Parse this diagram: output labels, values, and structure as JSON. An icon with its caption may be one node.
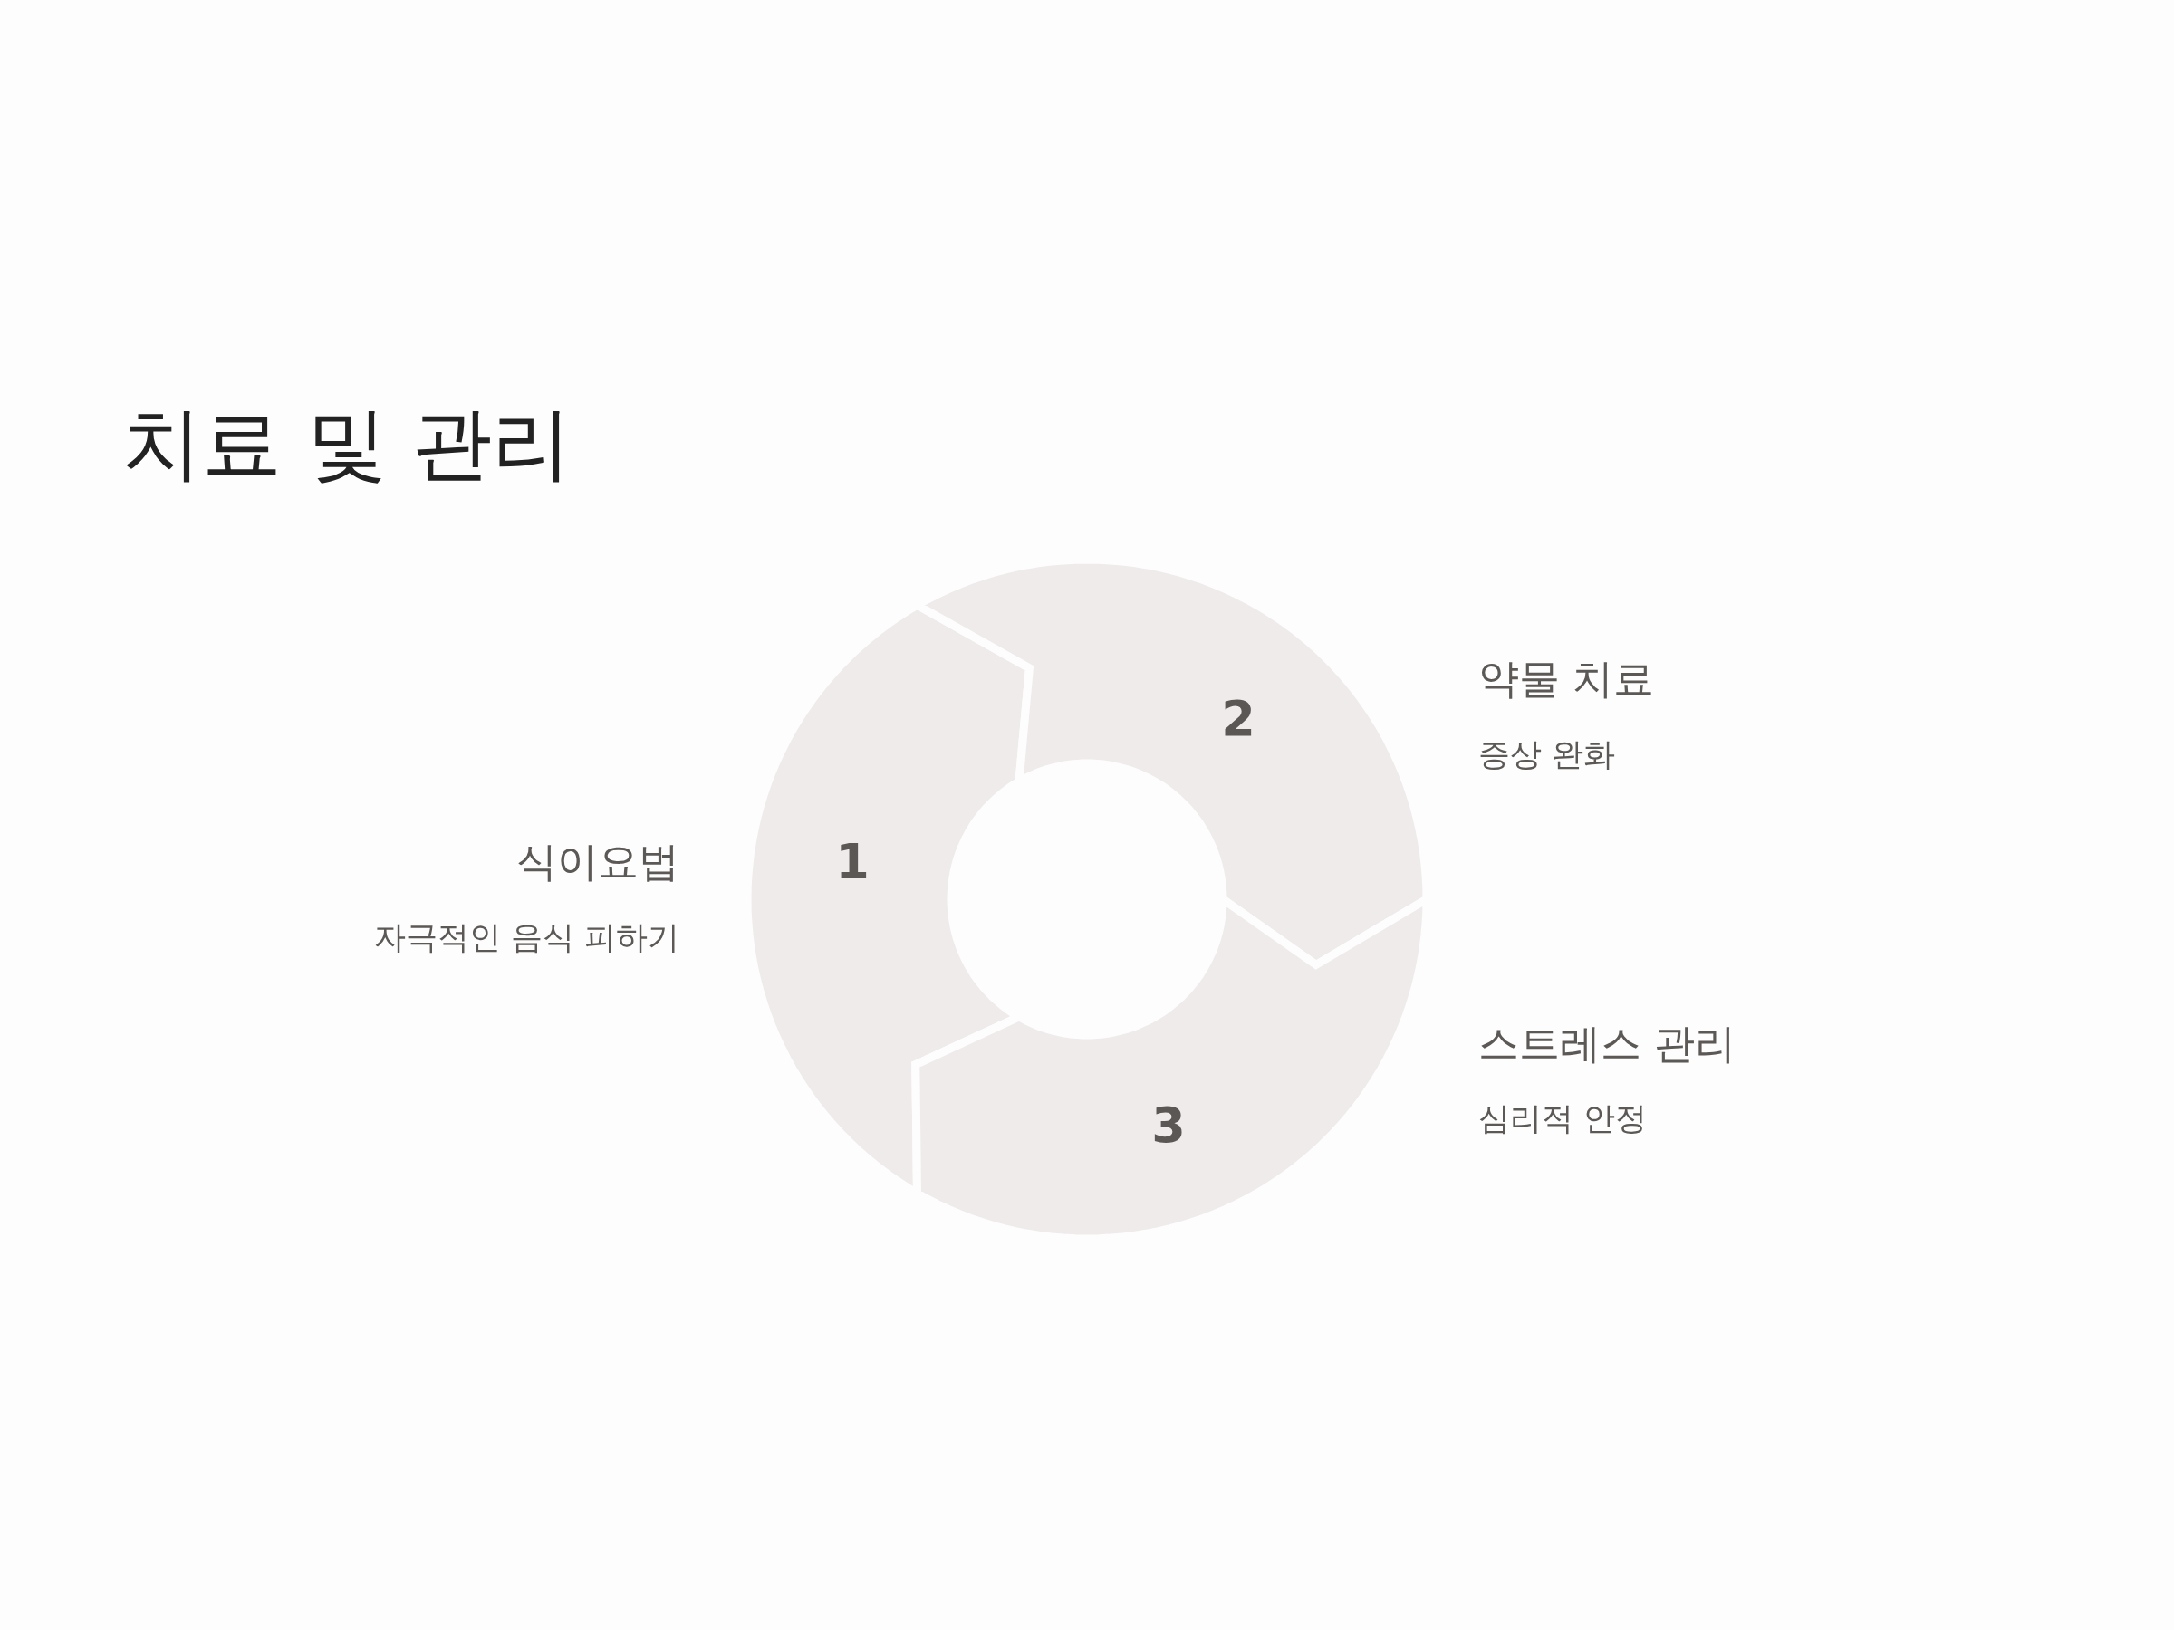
{
  "diagram": {
    "title": "치료 및 관리",
    "nodes": [
      {
        "text": [
          "1"
        ],
        "beside": [
          "식이요법",
          "자극적인 음식 피하기"
        ]
      },
      {
        "text": [
          "2"
        ],
        "beside": [
          "약물 치료",
          "증상 완화"
        ]
      },
      {
        "text": [
          "3"
        ],
        "beside": [
          "스트레스 관리",
          "심리적 안정"
        ]
      }
    ]
  }
}
